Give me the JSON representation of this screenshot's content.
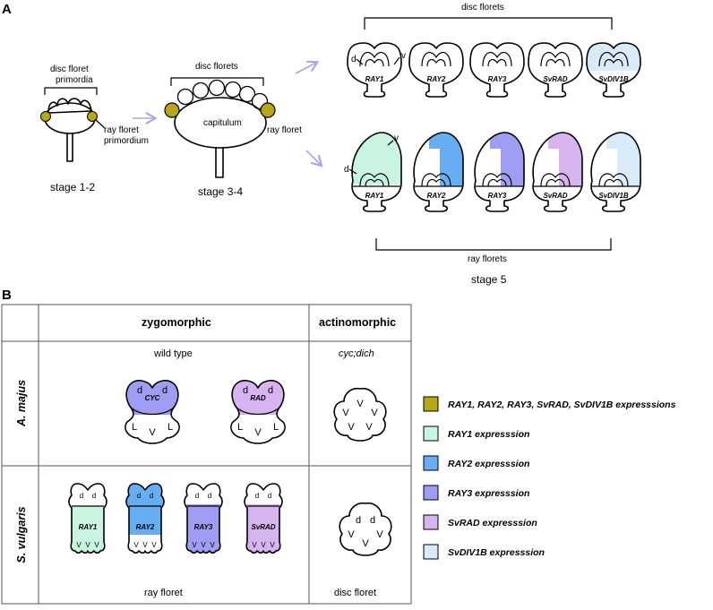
{
  "panel_a": {
    "label": "A",
    "stage12": {
      "caption": "stage 1-2",
      "primordia_line1": "disc floret",
      "primordia_line2": "primordia",
      "ray_line1": "ray floret",
      "ray_line2": "primordium"
    },
    "stage34": {
      "caption": "stage 3-4",
      "disc_label": "disc florets",
      "capitulum": "capitulum",
      "ray_label": "ray floret"
    },
    "stage5": {
      "caption": "stage 5",
      "disc_label": "disc florets",
      "ray_label": "ray florets",
      "marker_d": "d",
      "marker_v": "v",
      "disc_genes": [
        "RAY1",
        "RAY2",
        "RAY3",
        "SvRAD",
        "SvDIV1B"
      ],
      "ray_genes": [
        "RAY1",
        "RAY2",
        "RAY3",
        "SvRAD",
        "SvDIV1B"
      ]
    }
  },
  "panel_b": {
    "label": "B",
    "col_zygo": "zygomorphic",
    "col_actino": "actinomorphic",
    "row_amajus": "A. majus",
    "row_svulgaris": "S. vulgaris",
    "wild_type": "wild type",
    "mutant": "cyc;dich",
    "ray_floret": "ray floret",
    "disc_floret": "disc floret",
    "flower_cyc": "CYC",
    "flower_rad": "RAD",
    "ray_genes": [
      "RAY1",
      "RAY2",
      "RAY3",
      "SvRAD"
    ],
    "petal_d": "d",
    "petal_L": "L",
    "petal_V": "V"
  },
  "legend": [
    {
      "text": "RAY1, RAY2, RAY3, SvRAD, SvDIV1B expresssions",
      "color": "#b5a717"
    },
    {
      "text": "RAY1 expresssion",
      "color": "#c9f5e0"
    },
    {
      "text": "RAY2 expresssion",
      "color": "#66adf2"
    },
    {
      "text": "RAY3 expresssion",
      "color": "#9f9cf3"
    },
    {
      "text": "SvRAD expresssion",
      "color": "#d5b4f0"
    },
    {
      "text": "SvDIV1B expresssion",
      "color": "#d9eaf9"
    }
  ],
  "colors": {
    "ochre": "#b5a717",
    "ray1": "#c9f5e0",
    "ray2": "#66adf2",
    "ray3": "#9f9cf3",
    "svrad": "#d5b4f0",
    "svdiv1b": "#d9eaf9",
    "arrow": "#a9a4e8"
  }
}
